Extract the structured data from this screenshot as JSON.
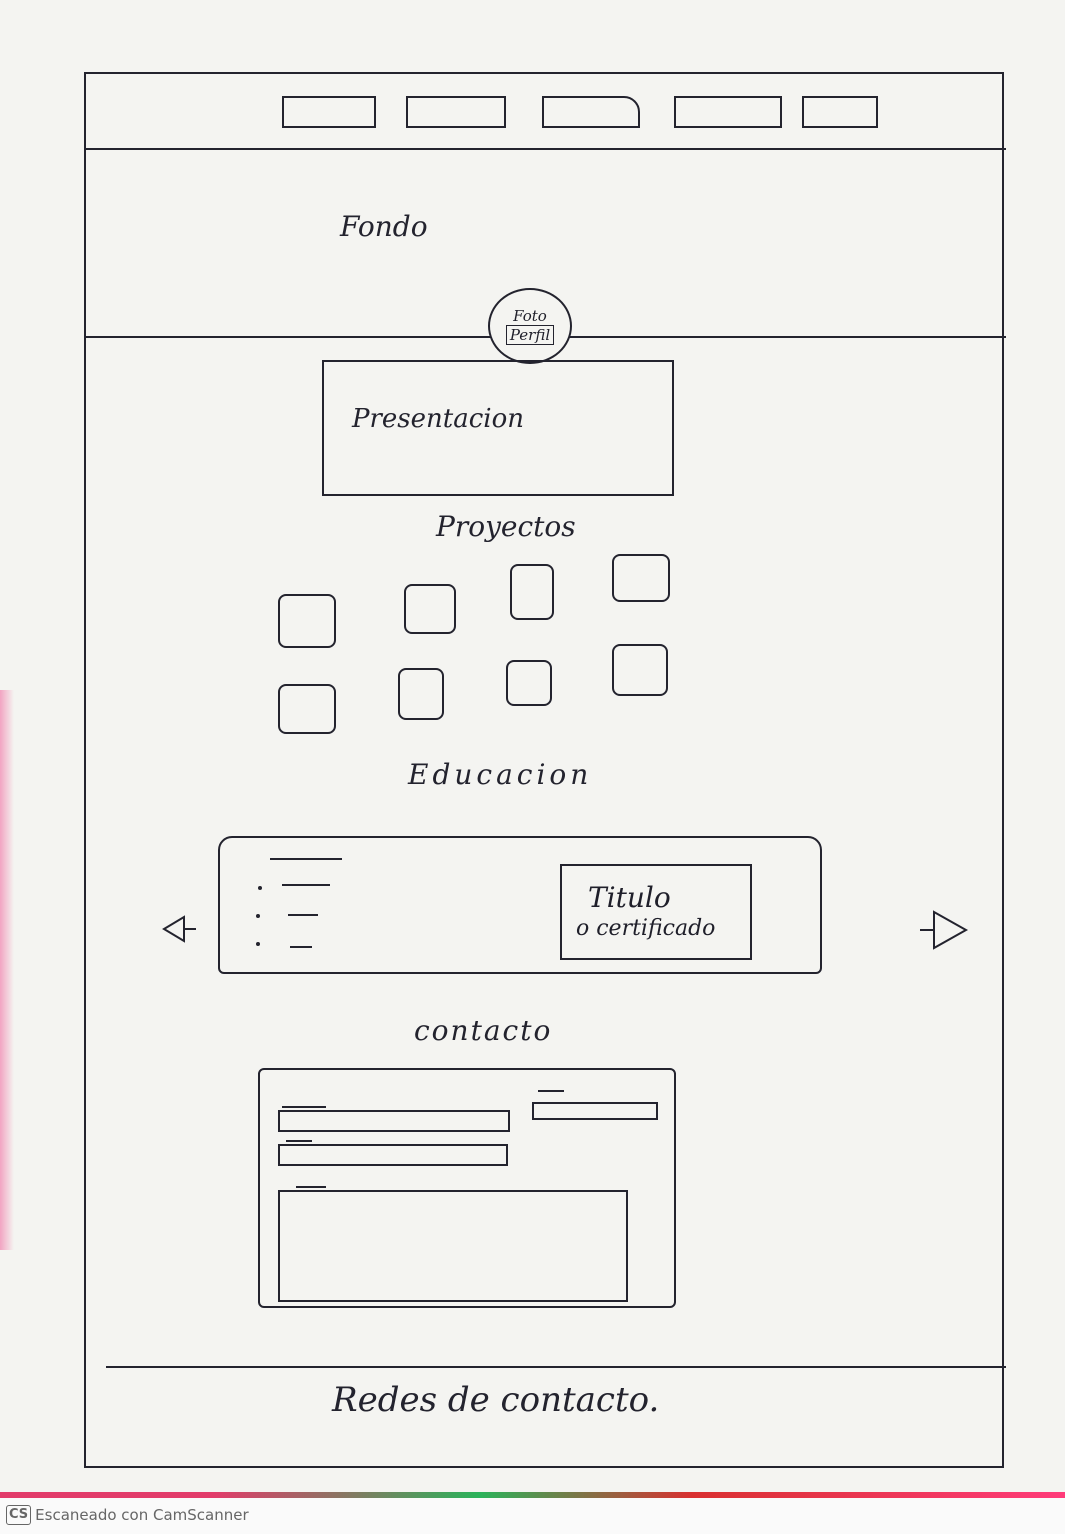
{
  "nav": {
    "items": [
      {
        "label": ""
      },
      {
        "label": ""
      },
      {
        "label": ""
      },
      {
        "label": ""
      },
      {
        "label": ""
      }
    ]
  },
  "header": {
    "background_label": "Fondo",
    "avatar": {
      "line1": "Foto",
      "line2": "Perfil"
    }
  },
  "presentation": {
    "label": "Presentacion"
  },
  "projects": {
    "heading": "Proyectos",
    "count": 8
  },
  "education": {
    "heading": "Educacion",
    "certificate_line1": "Titulo",
    "certificate_line2": "o certificado",
    "prev_icon": "triangle-left",
    "next_icon": "triangle-right"
  },
  "contact": {
    "heading": "contacto",
    "fields": [
      "name-field",
      "email-field",
      "subject-field",
      "message-field"
    ]
  },
  "footer": {
    "label": "Redes de contacto."
  },
  "watermark": {
    "badge": "CS",
    "text": "Escaneado con CamScanner"
  },
  "colors": {
    "ink": "#23232e",
    "paper": "#f4f4f1"
  }
}
